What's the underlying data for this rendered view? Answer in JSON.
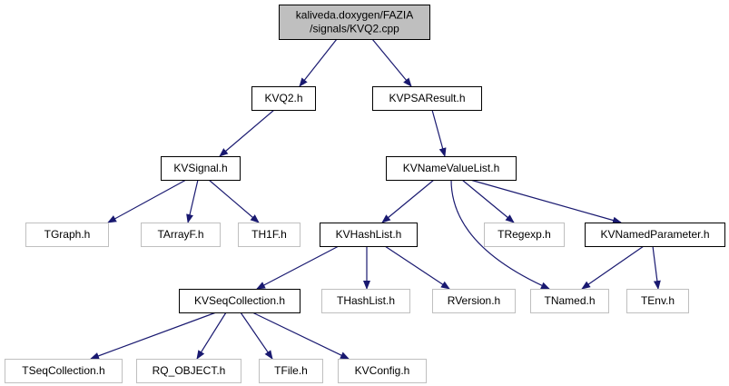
{
  "graph": {
    "root": {
      "id": "root",
      "lines": [
        "kaliveda.doxygen/FAZIA",
        "/signals/KVQ2.cpp"
      ]
    },
    "nodes": [
      {
        "id": "KVQ2.h",
        "label": "KVQ2.h",
        "kind": "documented"
      },
      {
        "id": "KVPSAResult.h",
        "label": "KVPSAResult.h",
        "kind": "documented"
      },
      {
        "id": "KVSignal.h",
        "label": "KVSignal.h",
        "kind": "documented"
      },
      {
        "id": "KVNameValueList.h",
        "label": "KVNameValueList.h",
        "kind": "documented"
      },
      {
        "id": "TGraph.h",
        "label": "TGraph.h",
        "kind": "external"
      },
      {
        "id": "TArrayF.h",
        "label": "TArrayF.h",
        "kind": "external"
      },
      {
        "id": "TH1F.h",
        "label": "TH1F.h",
        "kind": "external"
      },
      {
        "id": "KVHashList.h",
        "label": "KVHashList.h",
        "kind": "documented"
      },
      {
        "id": "TRegexp.h",
        "label": "TRegexp.h",
        "kind": "external"
      },
      {
        "id": "KVNamedParameter.h",
        "label": "KVNamedParameter.h",
        "kind": "documented"
      },
      {
        "id": "KVSeqCollection.h",
        "label": "KVSeqCollection.h",
        "kind": "documented"
      },
      {
        "id": "THashList.h",
        "label": "THashList.h",
        "kind": "external"
      },
      {
        "id": "RVersion.h",
        "label": "RVersion.h",
        "kind": "external"
      },
      {
        "id": "TNamed.h",
        "label": "TNamed.h",
        "kind": "external"
      },
      {
        "id": "TEnv.h",
        "label": "TEnv.h",
        "kind": "external"
      },
      {
        "id": "TSeqCollection.h",
        "label": "TSeqCollection.h",
        "kind": "external"
      },
      {
        "id": "RQ_OBJECT.h",
        "label": "RQ_OBJECT.h",
        "kind": "external"
      },
      {
        "id": "TFile.h",
        "label": "TFile.h",
        "kind": "external"
      },
      {
        "id": "KVConfig.h",
        "label": "KVConfig.h",
        "kind": "external"
      }
    ],
    "edges": [
      [
        "root",
        "KVQ2.h"
      ],
      [
        "root",
        "KVPSAResult.h"
      ],
      [
        "KVQ2.h",
        "KVSignal.h"
      ],
      [
        "KVPSAResult.h",
        "KVNameValueList.h"
      ],
      [
        "KVSignal.h",
        "TGraph.h"
      ],
      [
        "KVSignal.h",
        "TArrayF.h"
      ],
      [
        "KVSignal.h",
        "TH1F.h"
      ],
      [
        "KVNameValueList.h",
        "KVHashList.h"
      ],
      [
        "KVNameValueList.h",
        "TRegexp.h"
      ],
      [
        "KVNameValueList.h",
        "KVNamedParameter.h"
      ],
      [
        "KVNameValueList.h",
        "TNamed.h"
      ],
      [
        "KVHashList.h",
        "KVSeqCollection.h"
      ],
      [
        "KVHashList.h",
        "THashList.h"
      ],
      [
        "KVHashList.h",
        "RVersion.h"
      ],
      [
        "KVNamedParameter.h",
        "TNamed.h"
      ],
      [
        "KVNamedParameter.h",
        "TEnv.h"
      ],
      [
        "KVSeqCollection.h",
        "TSeqCollection.h"
      ],
      [
        "KVSeqCollection.h",
        "RQ_OBJECT.h"
      ],
      [
        "KVSeqCollection.h",
        "TFile.h"
      ],
      [
        "KVSeqCollection.h",
        "KVConfig.h"
      ]
    ]
  },
  "colors": {
    "edge": "#191970",
    "root_fill": "#bfbfbf",
    "documented_border": "#000000",
    "external_border": "#bfbfbf",
    "external_text": "#000000",
    "text": "#000000"
  }
}
